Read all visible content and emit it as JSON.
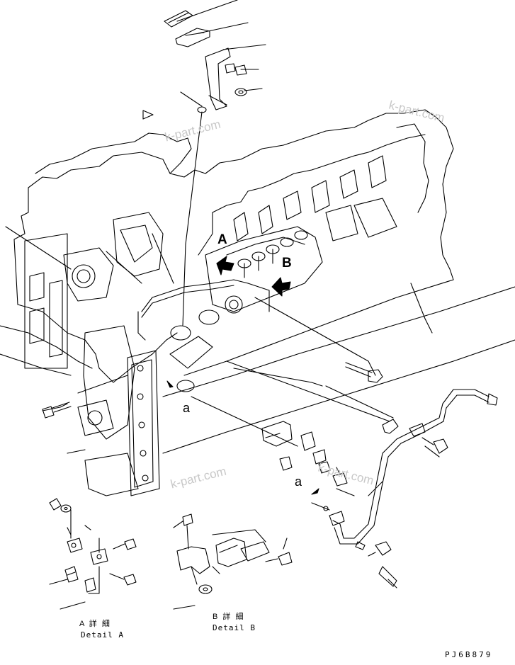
{
  "view_labels": {
    "a": "A",
    "b": "B"
  },
  "connector_labels": {
    "upper": "a",
    "lower": "a"
  },
  "details": {
    "a": {
      "jp": "A 詳 細",
      "en": "Detail A"
    },
    "b": {
      "jp": "B 詳 細",
      "en": "Detail B"
    }
  },
  "watermark": "k-part.com",
  "drawing_code": "PJ6B879"
}
